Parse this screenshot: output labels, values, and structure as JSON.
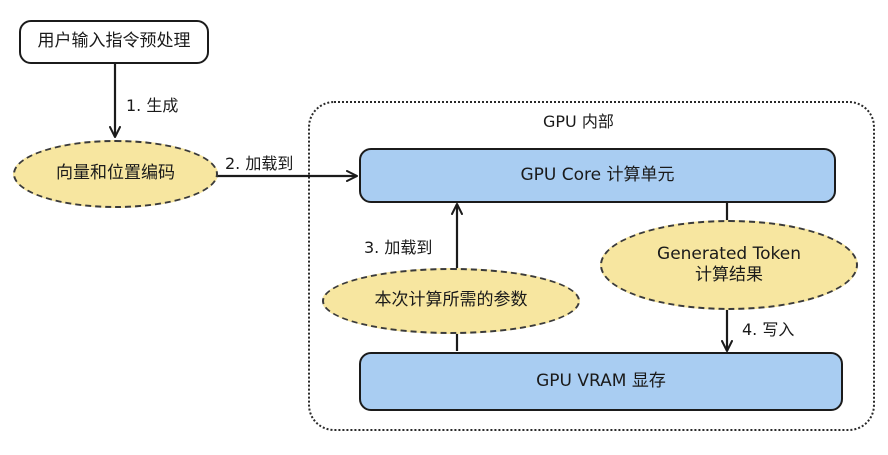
{
  "diagram": {
    "group_title": "GPU 内部",
    "nodes": {
      "preprocess": "用户输入指令预处理",
      "encoding": "向量和位置编码",
      "gpu_core": "GPU Core 计算单元",
      "params": "本次计算所需的参数",
      "token_line1": "Generated Token",
      "token_line2": "计算结果",
      "vram": "GPU VRAM 显存"
    },
    "edges": {
      "step1": "1. 生成",
      "step2": "2. 加载到",
      "step3": "3. 加载到",
      "step4": "4. 写入"
    }
  }
}
